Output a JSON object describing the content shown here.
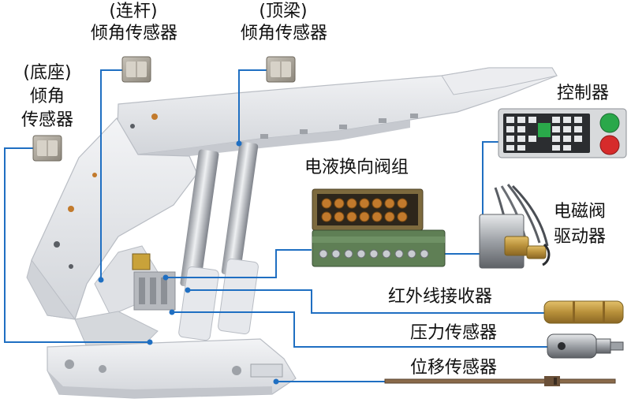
{
  "labels": {
    "link_tilt_line1": "(连杆)",
    "link_tilt_line2": "倾角传感器",
    "canopy_tilt_line1": "(顶梁)",
    "canopy_tilt_line2": "倾角传感器",
    "base_tilt_line1": "(底座)",
    "base_tilt_line2": "倾角",
    "base_tilt_line3": "传感器",
    "controller": "控制器",
    "valve_group": "电液换向阀组",
    "solenoid_driver_line1": "电磁阀",
    "solenoid_driver_line2": "驱动器",
    "ir_receiver": "红外线接收器",
    "pressure_sensor": "压力传感器",
    "displacement_sensor": "位移传感器"
  },
  "colors": {
    "leader_line": "#1f6fc2",
    "support_body": "#e4e6ea",
    "support_edge": "#b9bdc4",
    "cylinder_chrome": "#c9ccd1",
    "controller_panel": "#d8dadc",
    "button_green": "#2aa84a",
    "button_red": "#d62b2b",
    "valve_green": "#5f7f55",
    "valve_orange": "#c27a2c",
    "brass": "#b8903a"
  },
  "icons": {
    "tilt_sensor": "tilt-sensor-icon",
    "controller": "controller-icon",
    "valve_group": "valve-group-icon",
    "solenoid_driver": "solenoid-driver-icon",
    "ir_receiver": "ir-receiver-icon",
    "pressure_sensor": "pressure-sensor-icon",
    "displacement_sensor": "displacement-sensor-icon"
  }
}
